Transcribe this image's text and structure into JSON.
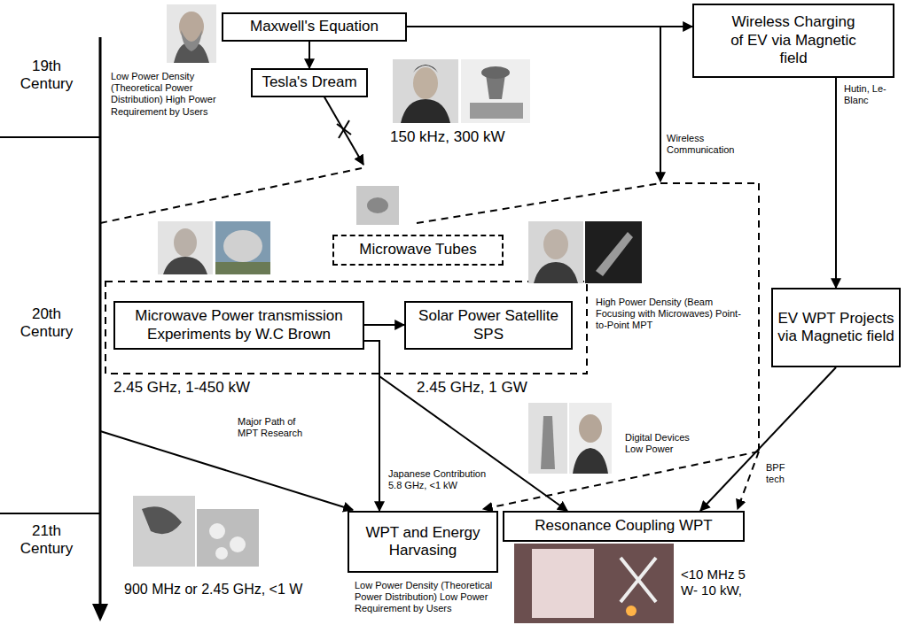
{
  "diagram": {
    "nodes": [
      {
        "text": [
          "Maxwell's Equation"
        ]
      },
      {
        "text": [
          "Wireless Charging of EV via Magnetic field"
        ]
      },
      {
        "text": [
          "Tesla's Dream"
        ]
      },
      {
        "text": [
          "Microwave Tubes"
        ]
      },
      {
        "text": [
          "Microwave Power transmission Experiments by W.C Brown"
        ]
      },
      {
        "text": [
          "Solar Power Satellite SPS"
        ]
      },
      {
        "text": [
          "EV WPT Projects via Magnetic field"
        ]
      },
      {
        "text": [
          "WPT and Energy Harvasing"
        ]
      },
      {
        "text": [
          "Resonance Coupling WPT"
        ]
      }
    ],
    "edges": [
      {
        "from": 0,
        "to": 2,
        "arrow": "to"
      },
      {
        "from": 0,
        "to": 1,
        "arrow": "to"
      },
      {
        "from": 1,
        "to": 6,
        "label": "Hutin, Le-Blanc",
        "arrow": "to"
      },
      {
        "from": 6,
        "to": 8,
        "arrow": "to"
      },
      {
        "from": 4,
        "to": 5,
        "arrow": "to"
      },
      {
        "from": 4,
        "to": 7,
        "label": "Japanese Contribution 5.8 GHz, <1 kW",
        "arrow": "to"
      },
      {
        "from": 4,
        "to": 8,
        "arrow": "to"
      }
    ],
    "labels": [
      "19th Century",
      "Low Power Density (Theoretical Power Distribution) High Power Requirement by Users",
      "150 kHz, 300 kW",
      "Wireless Communication",
      "20th Century",
      "High Power Density (Beam Focusing with Microwaves) Point-to-Point MPT",
      "2.45 GHz, 1-450 kW",
      "2.45 GHz, 1 GW",
      "Major Path of MPT Research",
      "Digital Devices Low Power",
      "BPF tech",
      "21th Century",
      "900 MHz or 2.45 GHz, <1 W",
      "Low Power Density (Theoretical Power Distribution) Low Power Requirement by Users",
      "<10 MHz 5 W- 10 kW,"
    ]
  }
}
